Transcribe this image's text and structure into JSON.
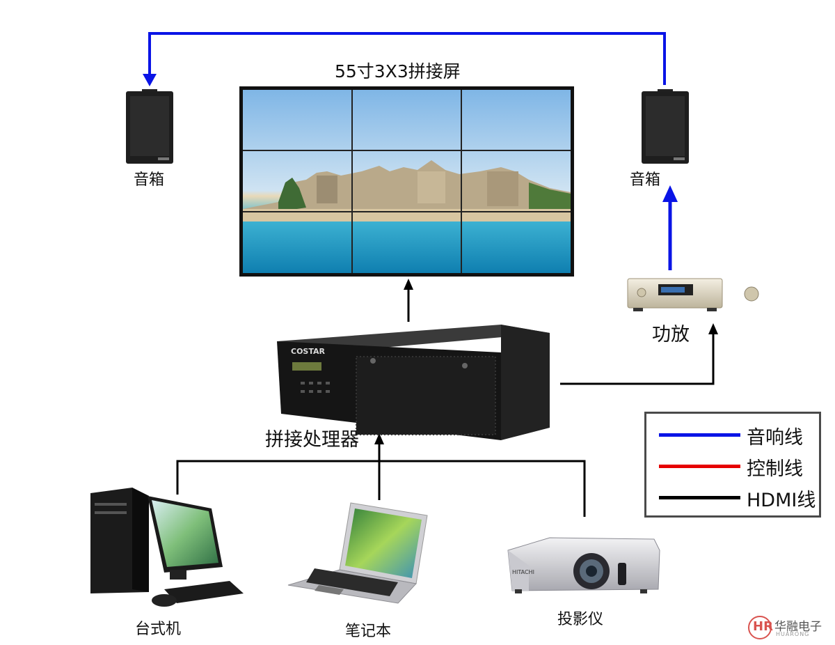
{
  "title": "55寸3X3拼接屏",
  "devices": {
    "speaker_left": "音箱",
    "speaker_right": "音箱",
    "amplifier": "功放",
    "processor": "拼接处理器",
    "processor_brand": "COSTAR",
    "desktop": "台式机",
    "laptop": "笔记本",
    "projector": "投影仪",
    "projector_brand": "HITACHI"
  },
  "legend": [
    {
      "label": "音响线",
      "color": "#0a14e6"
    },
    {
      "label": "控制线",
      "color": "#e60000"
    },
    {
      "label": "HDMI线",
      "color": "#000000"
    }
  ],
  "logo": {
    "mark": "HR",
    "text": "华融电子",
    "subtext": "HUARONG"
  },
  "colors": {
    "audio_line": "#0a14e6",
    "hdmi_line": "#000000"
  }
}
